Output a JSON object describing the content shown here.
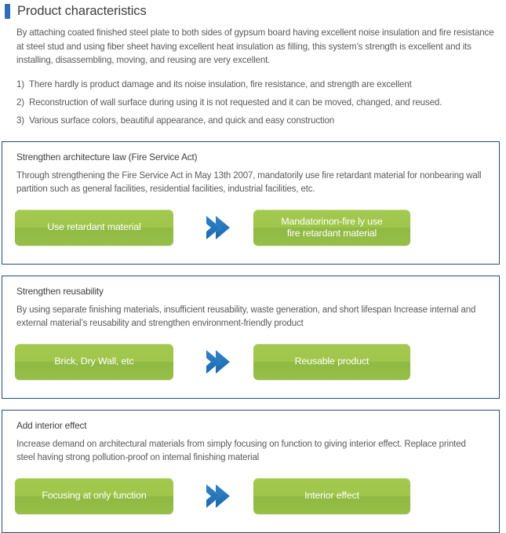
{
  "header": {
    "title": "Product characteristics",
    "accent_color": "#2f6eb5"
  },
  "intro": {
    "paragraph": "By attaching coated finished steel plate to both sides of gypsum board having excellent noise insulation and fire resistance at steel stud and using fiber sheet having excellent heat insulation as filling, this system’s strength is excellent and its installing, disassembling, moving, and reusing are very excellent.",
    "list": [
      {
        "num": "1)",
        "text": "There hardly is product damage and its noise insulation, fire resistance, and strength are excellent"
      },
      {
        "num": "2)",
        "text": "Reconstruction of wall surface during using it is not requested and it can be moved, changed, and reused."
      },
      {
        "num": "3)",
        "text": "Various surface colors, beautiful appearance, and quick and easy construction"
      }
    ]
  },
  "theme": {
    "panel_border": "#1f4e79",
    "box_green_top": "#a4c84f",
    "box_green_bottom": "#97bf47",
    "arrow_blue": "#2a7ac0",
    "arrow_blue_dark": "#1b6cb3",
    "text_body": "#5a5a5a"
  },
  "panels": [
    {
      "heading": "Strengthen architecture law (Fire Service Act)",
      "description": "Through strengthening the Fire Service Act in May 13th 2007, mandatorily use fire retardant material for nonbearing wall partition such as general facilities, residential facilities, industrial facilities, etc.",
      "flow": {
        "from": "Use retardant material",
        "to_line1": "Mandatorinon-fire ly use",
        "to_line2": "fire retardant material",
        "arrow": "chevron-right-icon"
      }
    },
    {
      "heading": "Strengthen reusability",
      "description": "By using separate finishing materials, insufficient reusability, waste generation, and short lifespan Increase internal and external material’s reusability and strengthen environment-friendly product",
      "flow": {
        "from": "Brick, Dry Wall, etc",
        "to_line1": "Reusable product",
        "to_line2": "",
        "arrow": "chevron-right-icon"
      }
    },
    {
      "heading": "Add interior effect",
      "description": "Increase demand on architectural materials from simply focusing on function to giving interior effect. Replace printed steel having strong pollution-proof on internal finishing material",
      "flow": {
        "from": "Focusing at only function",
        "to_line1": "Interior effect",
        "to_line2": "",
        "arrow": "chevron-right-icon"
      }
    }
  ]
}
